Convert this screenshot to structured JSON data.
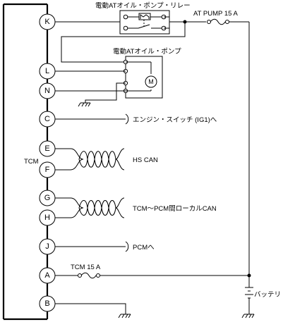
{
  "module": {
    "label": "TCM"
  },
  "pins": [
    {
      "id": "K"
    },
    {
      "id": "L"
    },
    {
      "id": "N"
    },
    {
      "id": "C"
    },
    {
      "id": "E"
    },
    {
      "id": "F"
    },
    {
      "id": "G"
    },
    {
      "id": "H"
    },
    {
      "id": "J"
    },
    {
      "id": "A"
    },
    {
      "id": "B"
    }
  ],
  "relay": {
    "label": "電動ATオイル・ポンプ・リレー"
  },
  "pump": {
    "label": "電動ATオイル・ポンプ",
    "motor_symbol": "M"
  },
  "fuses": {
    "at_pump": "AT PUMP 15 A",
    "tcm": "TCM 15 A"
  },
  "connections": {
    "ignition": "エンジン・スイッチ (IG1)へ",
    "hs_can": "HS CAN",
    "local_can": "TCM～PCM間ローカルCAN",
    "pcm": "PCMへ",
    "battery": "バッテリ"
  }
}
